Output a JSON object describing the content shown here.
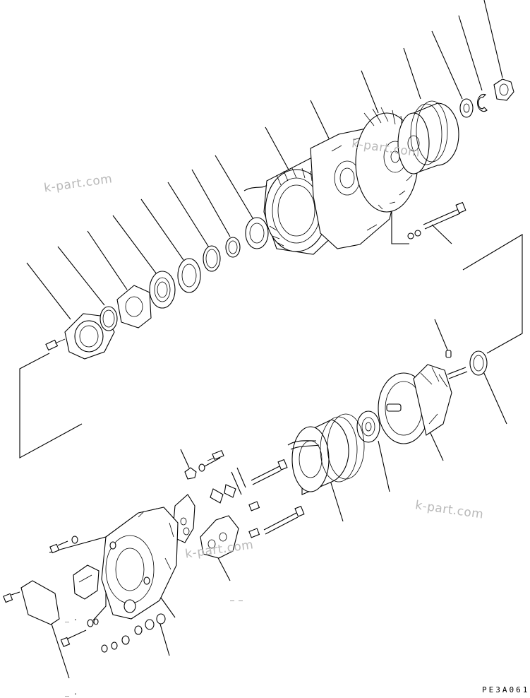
{
  "diagram": {
    "drawing_code": "PE3A061",
    "watermarks": [
      "k-part.com",
      "k-part.com",
      "k-part.com",
      "k-part.com"
    ],
    "small_marks": [
      "_ _",
      "_ .",
      "_ ."
    ]
  }
}
